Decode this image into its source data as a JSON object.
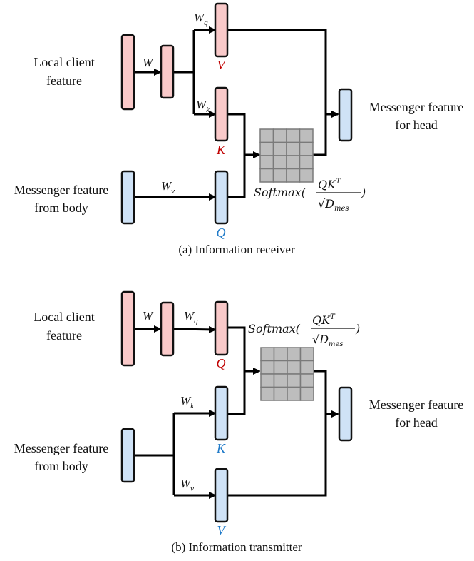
{
  "colors": {
    "client_fill": "#f9c9c9",
    "messenger_fill": "#cfe2f6",
    "red_label": "#c00000",
    "blue_label": "#1f7ac8",
    "grid_fill": "#bdbdbd"
  },
  "panel_a": {
    "caption": "(a) Information receiver",
    "local_label_line1": "Local client",
    "local_label_line2": "feature",
    "body_label_line1": "Messenger feature",
    "body_label_line2": "from body",
    "head_label_line1": "Messenger feature",
    "head_label_line2": "for head",
    "w": "W",
    "wq": "W",
    "wq_sub": "q",
    "wk": "W",
    "wk_sub": "k",
    "wv": "W",
    "wv_sub": "v",
    "v_label": "V",
    "k_label": "K",
    "q_label": "Q",
    "softmax": "Softmax(",
    "numerator": "QK",
    "numerator_sup": "T",
    "denominator": "√D",
    "denominator_sub": "mes",
    "close_paren": ")"
  },
  "panel_b": {
    "caption": "(b) Information transmitter",
    "local_label_line1": "Local client",
    "local_label_line2": "feature",
    "body_label_line1": "Messenger feature",
    "body_label_line2": "from body",
    "head_label_line1": "Messenger feature",
    "head_label_line2": "for head",
    "w": "W",
    "wq": "W",
    "wq_sub": "q",
    "wk": "W",
    "wk_sub": "k",
    "wv": "W",
    "wv_sub": "v",
    "q_label": "Q",
    "k_label": "K",
    "v_label": "V",
    "softmax": "Softmax(",
    "numerator": "QK",
    "numerator_sup": "T",
    "denominator": "√D",
    "denominator_sub": "mes",
    "close_paren": ")"
  }
}
